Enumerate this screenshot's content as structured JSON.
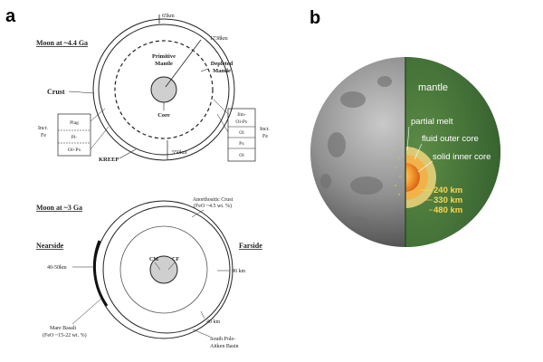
{
  "panel_a": {
    "label": "a",
    "top": {
      "title": "Moon at ~4.4 Ga",
      "d_65": "65km",
      "d_1738": "1738km",
      "primitive": [
        "Primitive",
        "Mantle"
      ],
      "depleted": [
        "Depleted",
        "Mantle"
      ],
      "core": "Core",
      "crust": "Crust",
      "incr_left": [
        "Incr.",
        "Fe"
      ],
      "incr_right": [
        "Incr.",
        "Fe"
      ],
      "box_left": [
        "Plag",
        "Pl-",
        "Ol+Px"
      ],
      "box_right": [
        "Ilm-",
        "Ol-Px",
        "Ol",
        "Px",
        "Ol"
      ],
      "kreep": "KREEP",
      "d_550": "550km"
    },
    "bottom": {
      "title": "Moon at ~3 Ga",
      "anorthositic": [
        "Anorthositic Crust",
        "(FeO ~4.5 wt. %)"
      ],
      "nearside": "Nearside",
      "farside": "Farside",
      "d_40_50": "40-50km",
      "d_90": "90 km",
      "cm": "CM",
      "cf": "CF",
      "d_40": "40 km",
      "mare": [
        "Mare Basalt",
        "(FeO ~15-22 wt. %)"
      ],
      "spa": [
        "South Pole-",
        "Aitken Basin"
      ]
    }
  },
  "panel_b": {
    "label": "b",
    "mantle": "mantle",
    "partial_melt": "partial melt",
    "fluid_core": "fluid outer core",
    "solid_core": "solid inner core",
    "d_240": "240 km",
    "d_330": "330 km",
    "d_480": "480 km"
  },
  "colors": {
    "mantle_green": "#3f6b35",
    "melt_yellow": "#f2d35a",
    "outer_core": "#f3a93a",
    "inner_core": "#e8731e",
    "moon_gray": "#8f8f8f"
  }
}
